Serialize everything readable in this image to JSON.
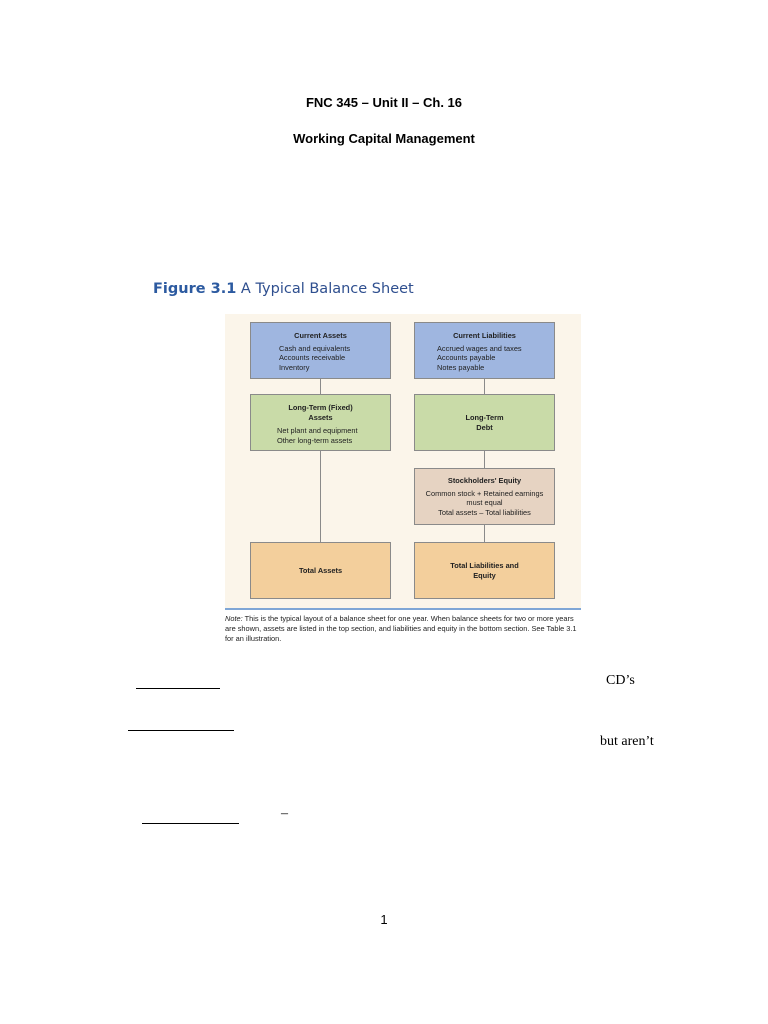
{
  "document": {
    "title": "FNC 345 – Unit II – Ch. 16",
    "subtitle": "Working Capital Management",
    "page_number": "1"
  },
  "figure": {
    "number": "Figure 3.1",
    "caption": "A Typical Balance Sheet",
    "current_assets": {
      "heading": "Current Assets",
      "items": [
        "Cash and equivalents",
        "Accounts receivable",
        "Inventory"
      ]
    },
    "current_liabilities": {
      "heading": "Current Liabilities",
      "items": [
        "Accrued wages and taxes",
        "Accounts payable",
        "Notes payable"
      ]
    },
    "fixed_assets": {
      "heading_line1": "Long-Term (Fixed)",
      "heading_line2": "Assets",
      "items": [
        "Net plant and equipment",
        "Other long-term assets"
      ]
    },
    "long_term_debt": {
      "line1": "Long-Term",
      "line2": "Debt"
    },
    "equity": {
      "heading": "Stockholders' Equity",
      "lines": [
        "Common stock + Retained earnings",
        "must equal",
        "Total assets – Total liabilities"
      ]
    },
    "total_assets": "Total Assets",
    "total_le": {
      "line1": "Total Liabilities and",
      "line2": "Equity"
    },
    "note": {
      "label": "Note:",
      "text": " This is the typical layout of a balance sheet for one year. When balance sheets for two or more years are shown, assets are listed in the top section, and liabilities and equity in the bottom section. See Table 3.1 for an illustration."
    }
  },
  "body": {
    "fragment_cds": "CD’s",
    "fragment_but_arent": "but aren’t",
    "fragment_dash": "–"
  }
}
